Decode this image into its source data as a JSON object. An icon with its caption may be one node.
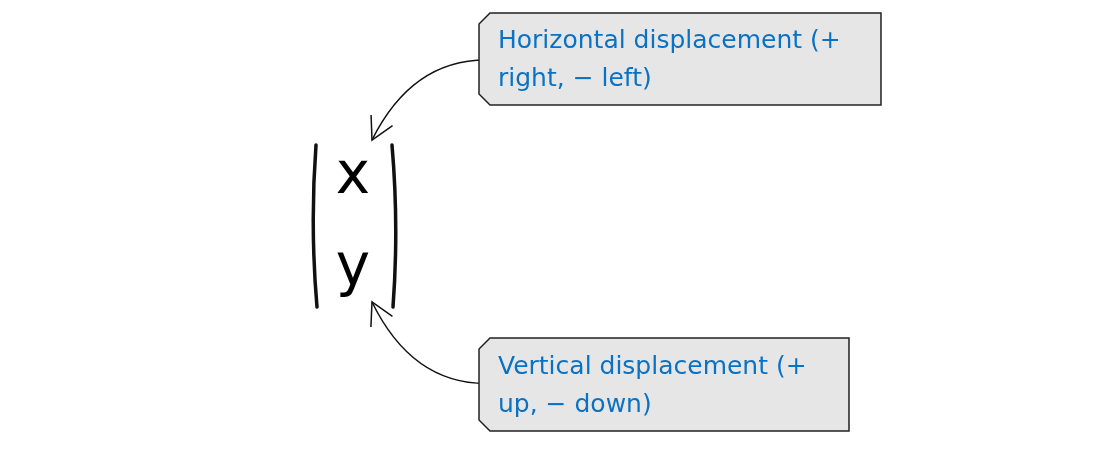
{
  "diagram": {
    "nodes": [
      {
        "text": [
          "Horizontal displacement (+ right, − left)"
        ]
      },
      {
        "text": [
          "x"
        ]
      },
      {
        "text": [
          "Vertical displacement (+ up, − down)"
        ]
      },
      {
        "text": [
          "y"
        ]
      }
    ],
    "edges": [
      {
        "from": 0,
        "to": 1,
        "arrow": "to"
      },
      {
        "from": 2,
        "to": 3,
        "arrow": "to"
      }
    ]
  }
}
